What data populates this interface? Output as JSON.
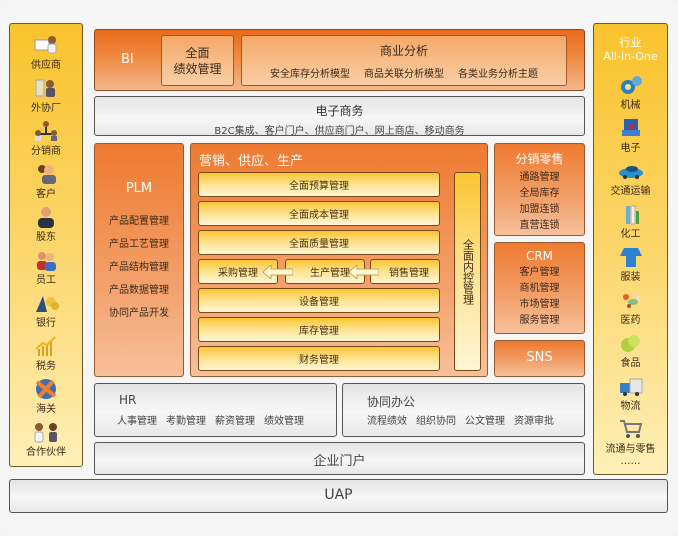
{
  "left_sidebar": {
    "items": [
      {
        "label": "供应商",
        "icon": "supplier-icon"
      },
      {
        "label": "外协厂",
        "icon": "outsourcing-factory-icon"
      },
      {
        "label": "分销商",
        "icon": "distributor-icon"
      },
      {
        "label": "客户",
        "icon": "customer-icon"
      },
      {
        "label": "股东",
        "icon": "shareholder-icon"
      },
      {
        "label": "员工",
        "icon": "employee-icon"
      },
      {
        "label": "银行",
        "icon": "bank-icon"
      },
      {
        "label": "税务",
        "icon": "tax-icon"
      },
      {
        "label": "海关",
        "icon": "customs-icon"
      },
      {
        "label": "合作伙伴",
        "icon": "partner-icon"
      }
    ]
  },
  "right_sidebar": {
    "title_line1": "行业",
    "title_line2": "All-in-One",
    "items": [
      {
        "label": "机械",
        "icon": "machinery-icon"
      },
      {
        "label": "电子",
        "icon": "electronics-icon"
      },
      {
        "label": "交通运输",
        "icon": "transport-icon"
      },
      {
        "label": "化工",
        "icon": "chemical-icon"
      },
      {
        "label": "服装",
        "icon": "apparel-icon"
      },
      {
        "label": "医药",
        "icon": "medicine-icon"
      },
      {
        "label": "食品",
        "icon": "food-icon"
      },
      {
        "label": "物流",
        "icon": "logistics-icon"
      },
      {
        "label": "流通与零售",
        "icon": "retail-cart-icon"
      }
    ],
    "more": "……"
  },
  "bi": {
    "label": "BI",
    "performance": {
      "line1": "全面",
      "line2": "绩效管理"
    },
    "analysis": {
      "title": "商业分析",
      "items": [
        "安全库存分析模型",
        "商品关联分析模型",
        "各类业务分析主题"
      ]
    }
  },
  "ecommerce": {
    "title": "电子商务",
    "subtitle": "B2C集成、客户门户、供应商门户、网上商店、移动商务"
  },
  "plm": {
    "title": "PLM",
    "items": [
      "产品配置管理",
      "产品工艺管理",
      "产品结构管理",
      "产品数据管理",
      "协同产品开发"
    ]
  },
  "scm": {
    "title": "营销、供应、生产",
    "rows": [
      "全面预算管理",
      "全面成本管理",
      "全面质量管理"
    ],
    "flow": [
      "采购管理",
      "生产管理",
      "销售管理"
    ],
    "rows2": [
      "设备管理",
      "库存管理",
      "财务管理"
    ],
    "internal_control": "全面内控管理"
  },
  "distribution": {
    "title": "分销零售",
    "items": [
      "通路管理",
      "全局库存",
      "加盟连锁",
      "直营连锁"
    ]
  },
  "crm": {
    "title": "CRM",
    "items": [
      "客户管理",
      "商机管理",
      "市场管理",
      "服务管理"
    ]
  },
  "sns": {
    "title": "SNS"
  },
  "hr": {
    "title": "HR",
    "items": [
      "人事管理",
      "考勤管理",
      "薪资管理",
      "绩效管理"
    ]
  },
  "oa": {
    "title": "协同办公",
    "items": [
      "流程绩效",
      "组织协同",
      "公文管理",
      "资源审批"
    ]
  },
  "portal": {
    "title": "企业门户"
  },
  "uap": {
    "title": "UAP"
  },
  "colors": {
    "orange": "#ec7028",
    "yellow": "#fbc531",
    "gray": "#ececec"
  }
}
